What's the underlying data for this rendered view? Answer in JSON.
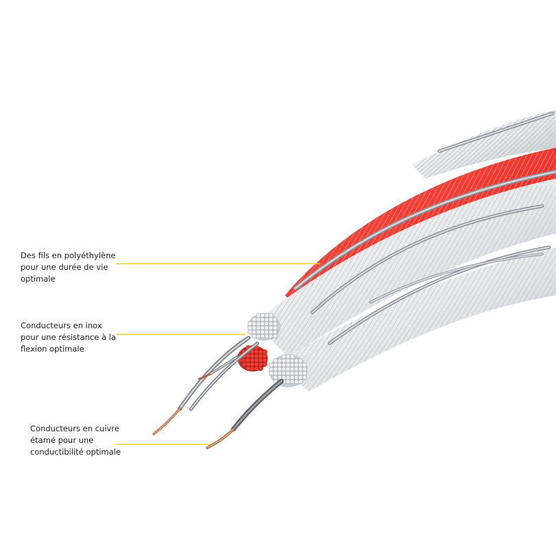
{
  "colors": {
    "callout_line": "#f2d21a",
    "red_strand": "#e8322b",
    "white_strand": "#f1f2f3",
    "steel_wire": "#a9adb2",
    "copper": "#c9835a"
  },
  "labels": [
    {
      "lines": [
        "Des fils en polyéthylène",
        "pour une durée de vie",
        "optimale"
      ]
    },
    {
      "lines": [
        "Conducteurs en inox",
        "pour une résistance à la",
        "flexion optimale"
      ]
    },
    {
      "lines": [
        "Conducteurs en cuivre",
        "étamé pour une",
        "conductibilité optimale"
      ]
    }
  ]
}
